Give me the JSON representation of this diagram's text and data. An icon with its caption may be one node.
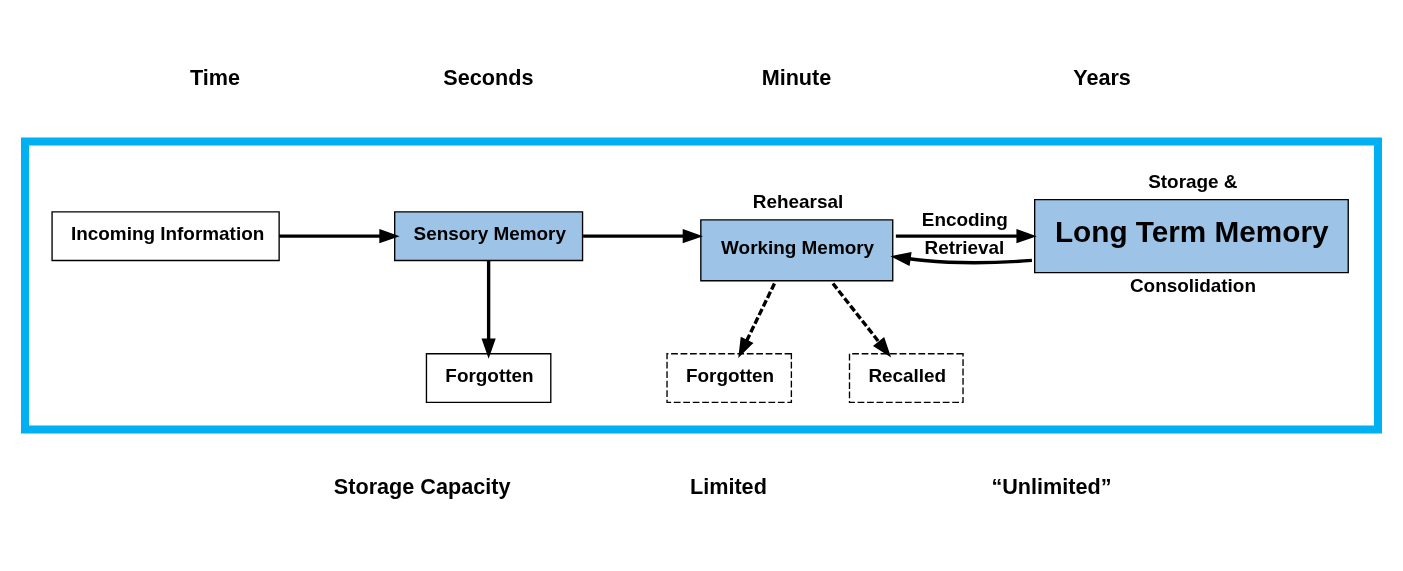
{
  "diagram": {
    "nodes": [
      {
        "text": [],
        "shape": "box"
      },
      {
        "text": [
          "Incoming Information"
        ],
        "in": 0
      },
      {
        "text": [
          "Sensory Memory"
        ],
        "in": 0
      },
      {
        "text": [
          "Working Memory"
        ],
        "beside": [
          "Rehearsal"
        ],
        "in": 0
      },
      {
        "text": [
          "Long Term Memory"
        ],
        "beside": [
          "Storage &",
          "Consolidation"
        ],
        "in": 0
      },
      {
        "text": [
          "Forgotten"
        ],
        "in": 0
      },
      {
        "text": [
          "Forgotten"
        ],
        "in": 0
      },
      {
        "text": [
          "Recalled"
        ],
        "in": 0
      }
    ],
    "edges": [
      {
        "from": 1,
        "to": 2,
        "arrow": "to"
      },
      {
        "from": 2,
        "to": 3,
        "arrow": "to"
      },
      {
        "from": 3,
        "to": 4,
        "arrow": "to",
        "label": "Encoding"
      },
      {
        "from": 4,
        "to": 3,
        "arrow": "to",
        "label": "Retrieval"
      },
      {
        "from": 2,
        "to": 5,
        "arrow": "to"
      },
      {
        "from": 3,
        "to": 6,
        "arrow": "to",
        "style": "dashed"
      },
      {
        "from": 3,
        "to": 7,
        "arrow": "to",
        "style": "dashed"
      }
    ],
    "labels": [
      "Time",
      "Seconds",
      "Minute",
      "Years",
      "Storage Capacity",
      "Limited",
      "“Unlimited”"
    ]
  }
}
